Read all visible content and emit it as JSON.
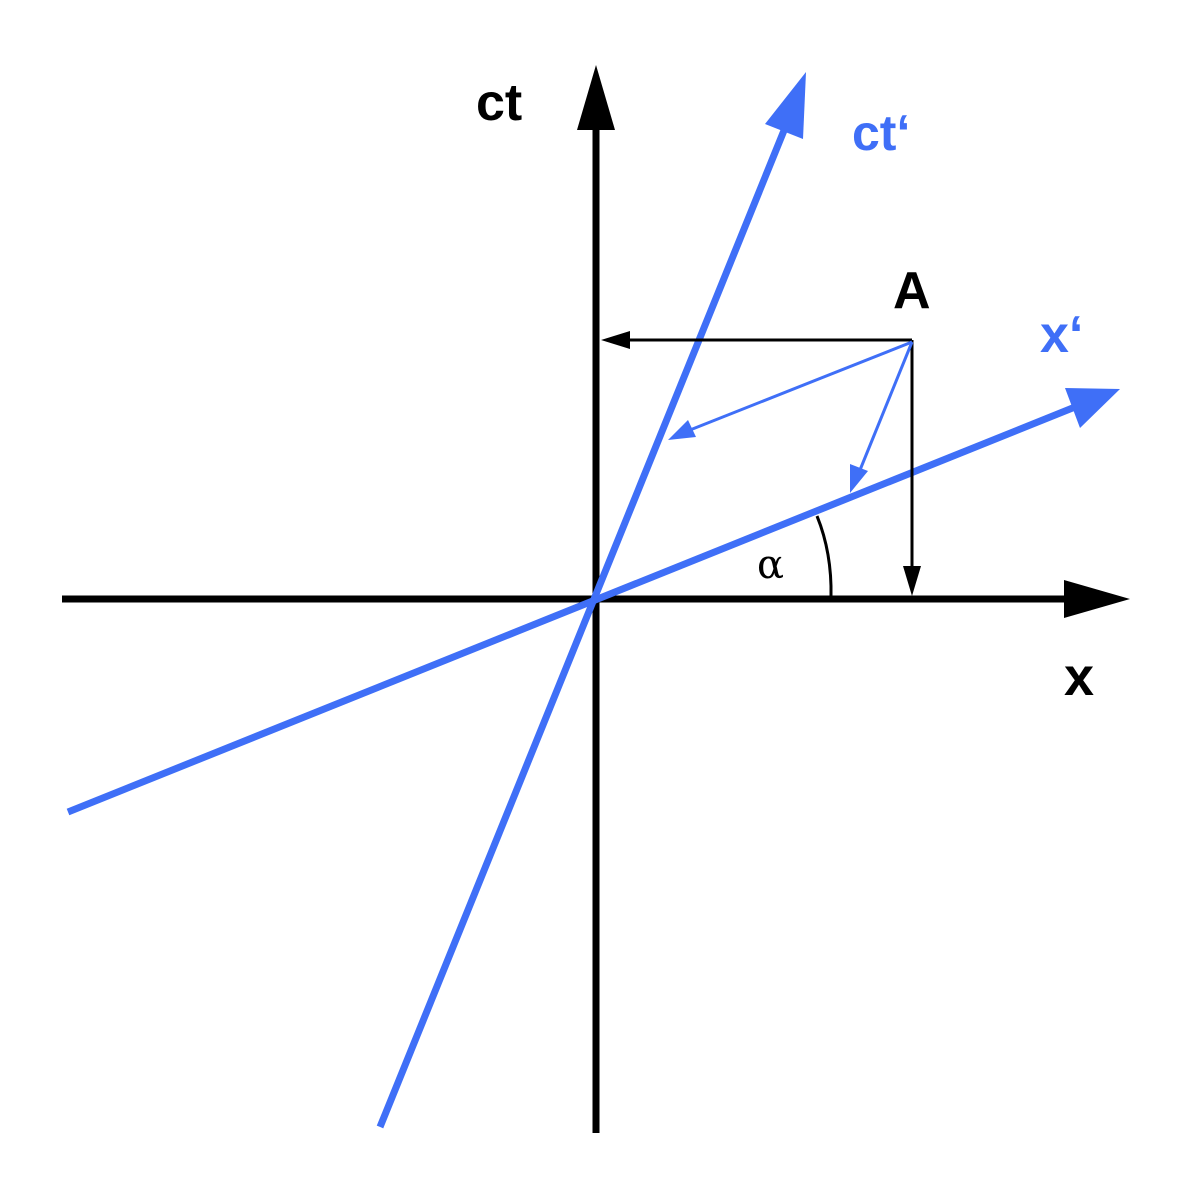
{
  "diagram": {
    "labels": {
      "ct": "ct",
      "ct_prime": "ct‘",
      "x": "x",
      "x_prime": "x‘",
      "point_a": "A",
      "alpha": "α"
    },
    "colors": {
      "axes": "#000000",
      "primed_axes": "#3f6ff7",
      "background": "#ffffff"
    }
  }
}
